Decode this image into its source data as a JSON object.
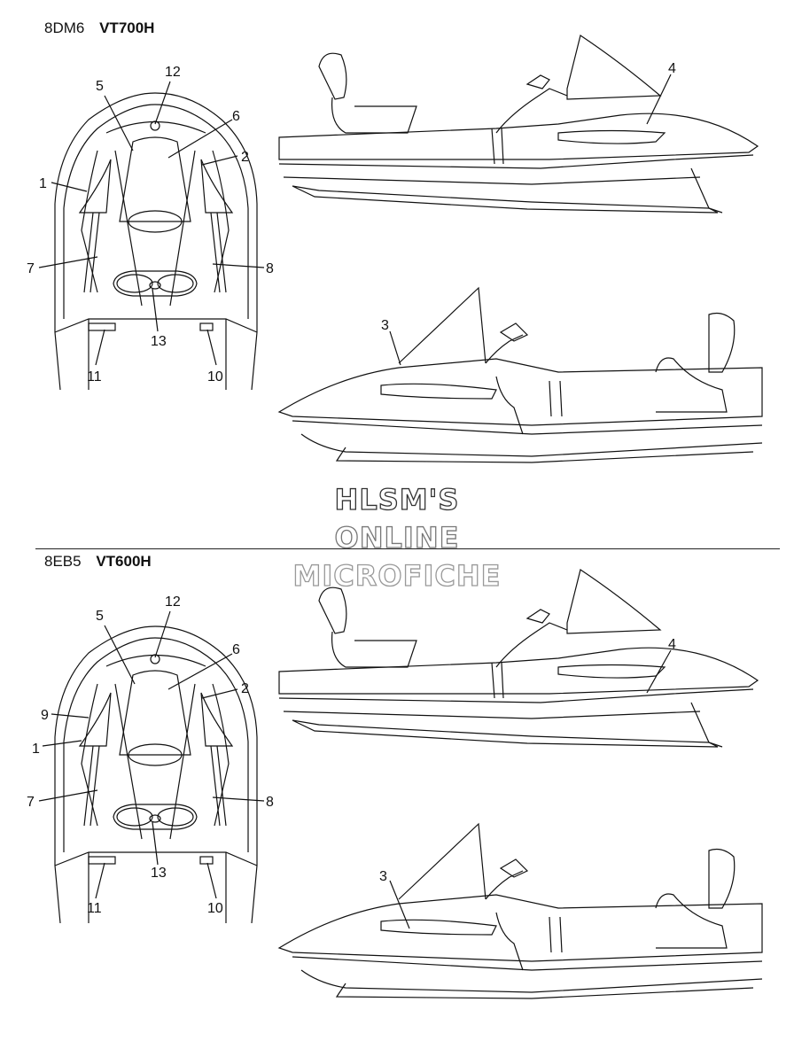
{
  "diagrams": [
    {
      "model_code": "8DM6",
      "model_name": "VT700H",
      "top_callouts": [
        "12",
        "5",
        "6",
        "2",
        "1",
        "7",
        "8",
        "13",
        "11",
        "10"
      ],
      "side_callouts": [
        "4",
        "3"
      ]
    },
    {
      "model_code": "8EB5",
      "model_name": "VT600H",
      "top_callouts": [
        "12",
        "5",
        "6",
        "2",
        "9",
        "1",
        "7",
        "8",
        "13",
        "11",
        "10"
      ],
      "side_callouts": [
        "4",
        "3"
      ]
    }
  ],
  "watermark": {
    "line1": "HLSM'S",
    "line2": "ONLINE",
    "line3": "MICROFICHE"
  }
}
